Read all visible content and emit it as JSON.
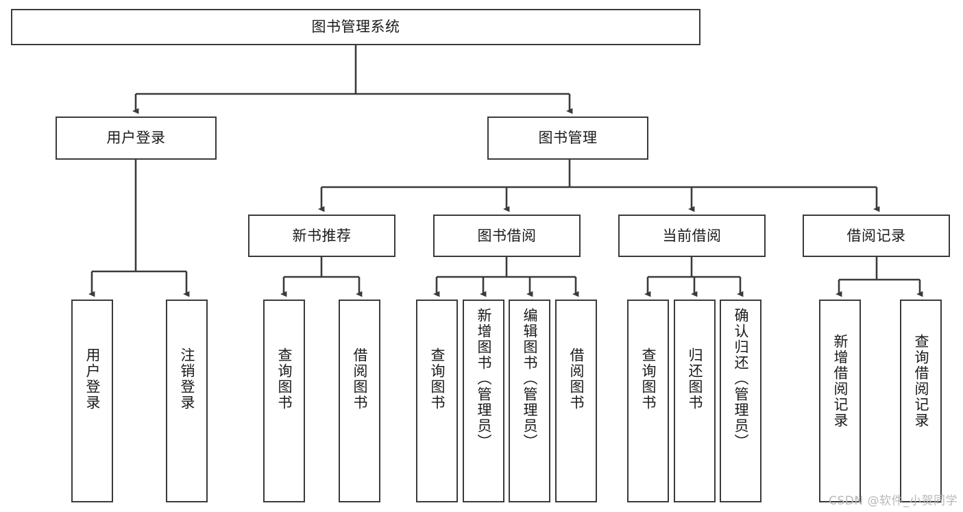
{
  "diagram": {
    "title": "图书管理系统",
    "watermark": "CSDN @软件_小贺同学",
    "colors": {
      "stroke": "#3a3a3a",
      "fill": "#ffffff",
      "text": "#1a1a1a",
      "watermark": "#b8b8b8"
    },
    "root": {
      "label": "图书管理系统"
    },
    "level2": [
      {
        "label": "用户登录"
      },
      {
        "label": "图书管理"
      }
    ],
    "level3": [
      {
        "label": "新书推荐"
      },
      {
        "label": "图书借阅"
      },
      {
        "label": "当前借阅"
      },
      {
        "label": "借阅记录"
      }
    ],
    "leaves": {
      "user_login": [
        {
          "label": "用户登录"
        },
        {
          "label": "注销登录"
        }
      ],
      "new_book": [
        {
          "label": "查询图书"
        },
        {
          "label": "借阅图书"
        }
      ],
      "book_borrow": [
        {
          "label": "查询图书"
        },
        {
          "label": "新增图书（管理员）"
        },
        {
          "label": "编辑图书（管理员）"
        },
        {
          "label": "借阅图书"
        }
      ],
      "current_borrow": [
        {
          "label": "查询图书"
        },
        {
          "label": "归还图书"
        },
        {
          "label": "确认归还（管理员）"
        }
      ],
      "borrow_record": [
        {
          "label": "新增借阅记录"
        },
        {
          "label": "查询借阅记录"
        }
      ]
    }
  }
}
